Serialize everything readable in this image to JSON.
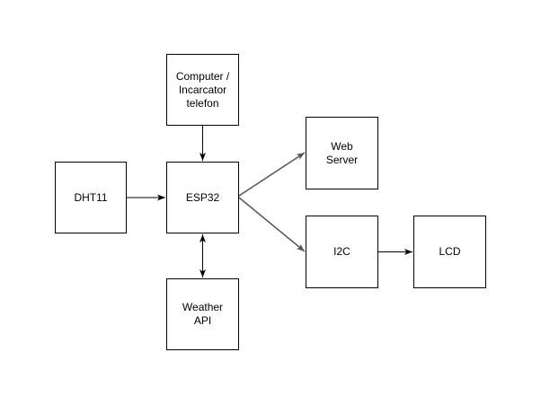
{
  "diagram": {
    "nodes": {
      "computer": "Computer /\nIncarcator\ntelefon",
      "dht11": "DHT11",
      "esp32": "ESP32",
      "weather": "Weather\nAPI",
      "web_server": "Web\nServer",
      "i2c": "I2C",
      "lcd": "LCD"
    },
    "edges": [
      {
        "from": "computer",
        "to": "esp32",
        "direction": "forward"
      },
      {
        "from": "dht11",
        "to": "esp32",
        "direction": "forward"
      },
      {
        "from": "esp32",
        "to": "weather",
        "direction": "both"
      },
      {
        "from": "esp32",
        "to": "web_server",
        "direction": "forward"
      },
      {
        "from": "esp32",
        "to": "i2c",
        "direction": "forward"
      },
      {
        "from": "i2c",
        "to": "lcd",
        "direction": "forward"
      }
    ],
    "colors": {
      "stroke": "#000000",
      "diagonal_stroke": "#555555",
      "background": "#ffffff"
    }
  }
}
